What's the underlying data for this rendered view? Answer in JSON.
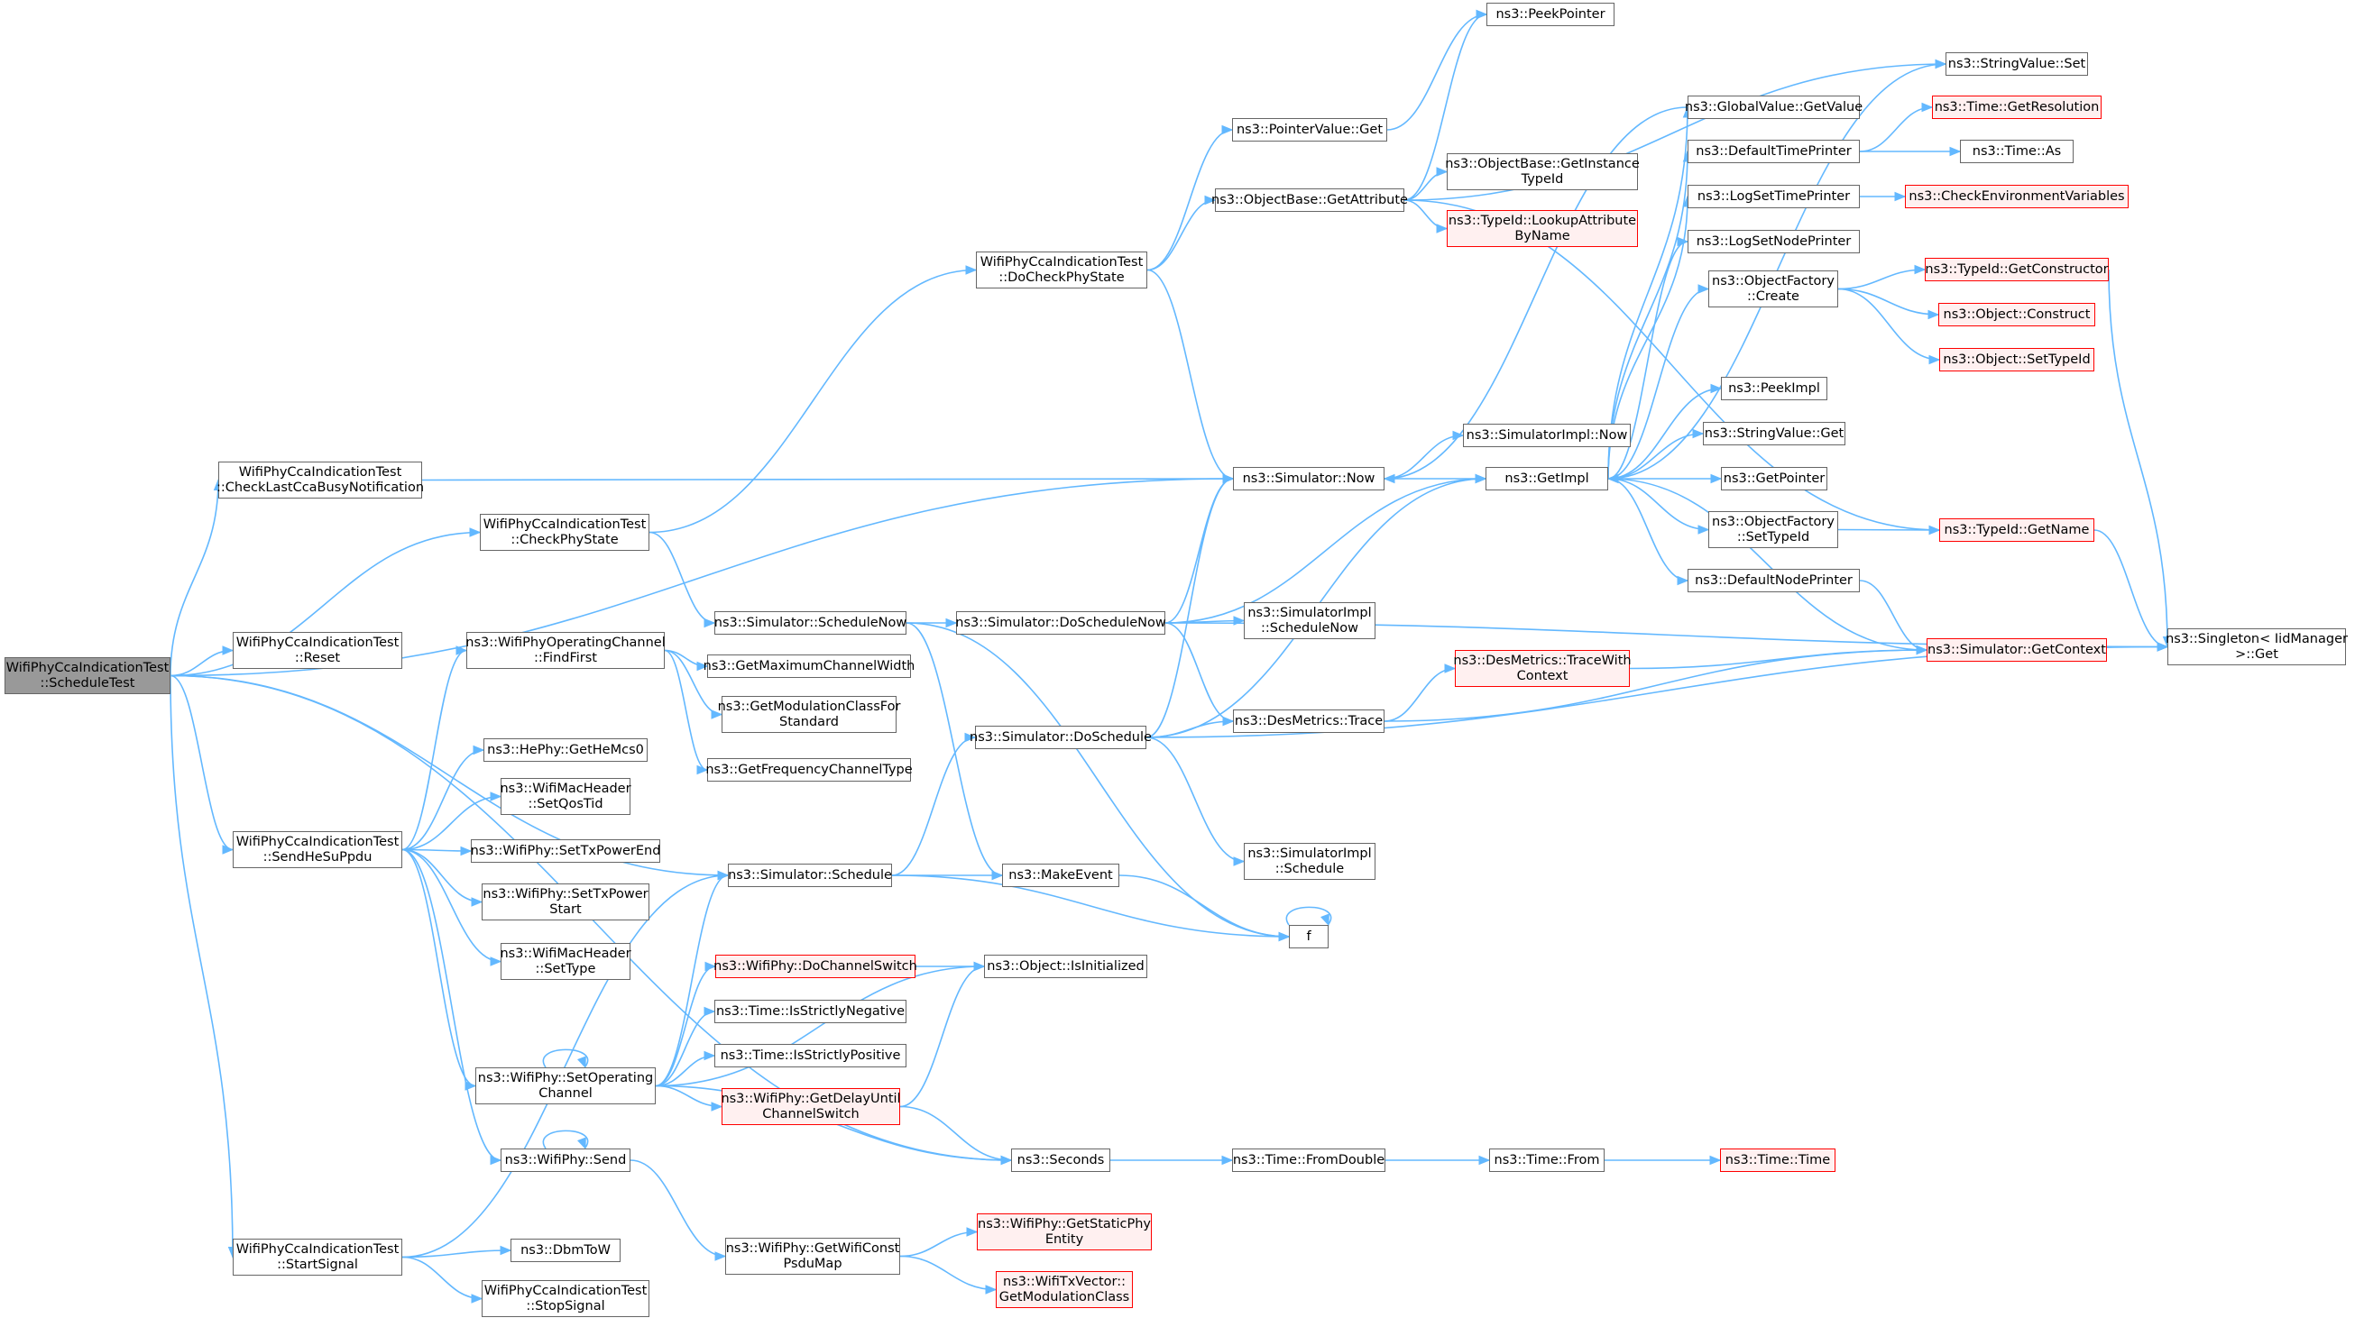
{
  "colors": {
    "edge": "#63b8ff",
    "node_border": "#666666",
    "highlight_border": "#ff0000",
    "highlight_fill": "#fff0f0",
    "current_fill": "#999999"
  },
  "nodes": {
    "n0": {
      "label": "WifiPhyCcaIndicationTest\n::ScheduleTest",
      "current": true
    },
    "n1": {
      "label": "WifiPhyCcaIndicationTest\n::CheckLastCcaBusyNotification"
    },
    "n2": {
      "label": "WifiPhyCcaIndicationTest\n::CheckPhyState"
    },
    "n3": {
      "label": "WifiPhyCcaIndicationTest\n::Reset"
    },
    "n4": {
      "label": "WifiPhyCcaIndicationTest\n::SendHeSuPpdu"
    },
    "n5": {
      "label": "WifiPhyCcaIndicationTest\n::StartSignal"
    },
    "n6": {
      "label": "WifiPhyCcaIndicationTest\n::DoCheckPhyState"
    },
    "n7": {
      "label": "ns3::PointerValue::Get"
    },
    "n8": {
      "label": "ns3::PeekPointer"
    },
    "n9": {
      "label": "ns3::ObjectBase::GetAttribute"
    },
    "n10": {
      "label": "ns3::ObjectBase::GetInstance\nTypeId"
    },
    "n11": {
      "label": "ns3::TypeId::LookupAttribute\nByName",
      "highlight": true
    },
    "n12": {
      "label": "ns3::StringValue::Set"
    },
    "n13": {
      "label": "ns3::GlobalValue::GetValue"
    },
    "n14": {
      "label": "ns3::DefaultTimePrinter"
    },
    "n15": {
      "label": "ns3::Time::GetResolution",
      "highlight": true
    },
    "n16": {
      "label": "ns3::Time::As"
    },
    "n17": {
      "label": "ns3::LogSetTimePrinter"
    },
    "n18": {
      "label": "ns3::CheckEnvironmentVariables",
      "highlight": true
    },
    "n19": {
      "label": "ns3::LogSetNodePrinter"
    },
    "n20": {
      "label": "ns3::ObjectFactory\n::Create"
    },
    "n21": {
      "label": "ns3::TypeId::GetConstructor",
      "highlight": true
    },
    "n22": {
      "label": "ns3::Object::Construct",
      "highlight": true
    },
    "n23": {
      "label": "ns3::Object::SetTypeId",
      "highlight": true
    },
    "n24": {
      "label": "ns3::PeekImpl"
    },
    "n25": {
      "label": "ns3::StringValue::Get"
    },
    "n26": {
      "label": "ns3::GetPointer"
    },
    "n27": {
      "label": "ns3::ObjectFactory\n::SetTypeId"
    },
    "n28": {
      "label": "ns3::TypeId::GetName",
      "highlight": true
    },
    "n29": {
      "label": "ns3::DefaultNodePrinter"
    },
    "n30": {
      "label": "ns3::Simulator::GetContext",
      "highlight": true
    },
    "n31": {
      "label": "ns3::Singleton< IidManager\n>::Get"
    },
    "n32": {
      "label": "ns3::Simulator::Now"
    },
    "n33": {
      "label": "ns3::SimulatorImpl::Now"
    },
    "n34": {
      "label": "ns3::GetImpl"
    },
    "n35": {
      "label": "ns3::Simulator::ScheduleNow"
    },
    "n36": {
      "label": "ns3::Simulator::DoScheduleNow"
    },
    "n37": {
      "label": "ns3::SimulatorImpl\n::ScheduleNow"
    },
    "n38": {
      "label": "ns3::DesMetrics::TraceWith\nContext",
      "highlight": true
    },
    "n39": {
      "label": "ns3::DesMetrics::Trace"
    },
    "n40": {
      "label": "ns3::Simulator::DoSchedule"
    },
    "n41": {
      "label": "ns3::SimulatorImpl\n::Schedule"
    },
    "n42": {
      "label": "ns3::WifiPhyOperatingChannel\n::FindFirst"
    },
    "n43": {
      "label": "ns3::GetMaximumChannelWidth"
    },
    "n44": {
      "label": "ns3::GetModulationClassFor\nStandard"
    },
    "n45": {
      "label": "ns3::GetFrequencyChannelType"
    },
    "n46": {
      "label": "ns3::HePhy::GetHeMcs0"
    },
    "n47": {
      "label": "ns3::WifiMacHeader\n::SetQosTid"
    },
    "n48": {
      "label": "ns3::WifiPhy::SetTxPowerEnd"
    },
    "n49": {
      "label": "ns3::WifiPhy::SetTxPower\nStart"
    },
    "n50": {
      "label": "ns3::WifiMacHeader\n::SetType"
    },
    "n51": {
      "label": "ns3::Simulator::Schedule"
    },
    "n52": {
      "label": "ns3::MakeEvent"
    },
    "n53": {
      "label": "f"
    },
    "n54": {
      "label": "ns3::WifiPhy::DoChannelSwitch",
      "highlight": true
    },
    "n55": {
      "label": "ns3::Object::IsInitialized"
    },
    "n56": {
      "label": "ns3::Time::IsStrictlyNegative"
    },
    "n57": {
      "label": "ns3::Time::IsStrictlyPositive"
    },
    "n58": {
      "label": "ns3::WifiPhy::SetOperating\nChannel"
    },
    "n59": {
      "label": "ns3::WifiPhy::GetDelayUntil\nChannelSwitch",
      "highlight": true
    },
    "n60": {
      "label": "ns3::WifiPhy::Send"
    },
    "n61": {
      "label": "ns3::Seconds"
    },
    "n62": {
      "label": "ns3::Time::FromDouble"
    },
    "n63": {
      "label": "ns3::Time::From"
    },
    "n64": {
      "label": "ns3::Time::Time",
      "highlight": true
    },
    "n65": {
      "label": "ns3::WifiPhy::GetWifiConst\nPsduMap"
    },
    "n66": {
      "label": "ns3::WifiPhy::GetStaticPhy\nEntity",
      "highlight": true
    },
    "n67": {
      "label": "ns3::WifiTxVector::\nGetModulationClass",
      "highlight": true
    },
    "n68": {
      "label": "ns3::DbmToW"
    },
    "n69": {
      "label": "WifiPhyCcaIndicationTest\n::StopSignal"
    }
  },
  "edges": [
    [
      "n0",
      "n1"
    ],
    [
      "n0",
      "n2"
    ],
    [
      "n0",
      "n3"
    ],
    [
      "n0",
      "n4"
    ],
    [
      "n0",
      "n5"
    ],
    [
      "n0",
      "n32"
    ],
    [
      "n0",
      "n51"
    ],
    [
      "n0",
      "n61"
    ],
    [
      "n1",
      "n32"
    ],
    [
      "n2",
      "n6"
    ],
    [
      "n2",
      "n35"
    ],
    [
      "n6",
      "n7"
    ],
    [
      "n6",
      "n9"
    ],
    [
      "n6",
      "n32"
    ],
    [
      "n7",
      "n8"
    ],
    [
      "n9",
      "n8"
    ],
    [
      "n9",
      "n10"
    ],
    [
      "n9",
      "n11"
    ],
    [
      "n9",
      "n12"
    ],
    [
      "n9",
      "n28"
    ],
    [
      "n32",
      "n33"
    ],
    [
      "n32",
      "n34"
    ],
    [
      "n34",
      "n13"
    ],
    [
      "n34",
      "n14"
    ],
    [
      "n34",
      "n17"
    ],
    [
      "n34",
      "n19"
    ],
    [
      "n34",
      "n20"
    ],
    [
      "n34",
      "n24"
    ],
    [
      "n34",
      "n25"
    ],
    [
      "n34",
      "n26"
    ],
    [
      "n34",
      "n27"
    ],
    [
      "n34",
      "n29"
    ],
    [
      "n34",
      "n12"
    ],
    [
      "n13",
      "n32"
    ],
    [
      "n14",
      "n15"
    ],
    [
      "n14",
      "n16"
    ],
    [
      "n17",
      "n18"
    ],
    [
      "n20",
      "n21"
    ],
    [
      "n20",
      "n22"
    ],
    [
      "n20",
      "n23"
    ],
    [
      "n21",
      "n31"
    ],
    [
      "n27",
      "n28"
    ],
    [
      "n28",
      "n31"
    ],
    [
      "n29",
      "n30"
    ],
    [
      "n30",
      "n34"
    ],
    [
      "n35",
      "n36"
    ],
    [
      "n35",
      "n52"
    ],
    [
      "n35",
      "n53"
    ],
    [
      "n36",
      "n32"
    ],
    [
      "n36",
      "n34"
    ],
    [
      "n36",
      "n37"
    ],
    [
      "n36",
      "n39"
    ],
    [
      "n36",
      "n31"
    ],
    [
      "n39",
      "n38"
    ],
    [
      "n39",
      "n30"
    ],
    [
      "n38",
      "n30"
    ],
    [
      "n40",
      "n32"
    ],
    [
      "n40",
      "n34"
    ],
    [
      "n40",
      "n39"
    ],
    [
      "n40",
      "n41"
    ],
    [
      "n40",
      "n31"
    ],
    [
      "n4",
      "n42"
    ],
    [
      "n4",
      "n46"
    ],
    [
      "n4",
      "n47"
    ],
    [
      "n4",
      "n48"
    ],
    [
      "n4",
      "n49"
    ],
    [
      "n4",
      "n50"
    ],
    [
      "n4",
      "n58"
    ],
    [
      "n4",
      "n60"
    ],
    [
      "n42",
      "n43"
    ],
    [
      "n42",
      "n44"
    ],
    [
      "n42",
      "n45"
    ],
    [
      "n51",
      "n40"
    ],
    [
      "n51",
      "n52"
    ],
    [
      "n51",
      "n53"
    ],
    [
      "n52",
      "n53"
    ],
    [
      "n53",
      "n53"
    ],
    [
      "n58",
      "n58"
    ],
    [
      "n58",
      "n51"
    ],
    [
      "n58",
      "n54"
    ],
    [
      "n58",
      "n55"
    ],
    [
      "n58",
      "n56"
    ],
    [
      "n58",
      "n57"
    ],
    [
      "n58",
      "n59"
    ],
    [
      "n58",
      "n61"
    ],
    [
      "n54",
      "n55"
    ],
    [
      "n59",
      "n55"
    ],
    [
      "n59",
      "n61"
    ],
    [
      "n60",
      "n60"
    ],
    [
      "n60",
      "n65"
    ],
    [
      "n65",
      "n66"
    ],
    [
      "n65",
      "n67"
    ],
    [
      "n61",
      "n62"
    ],
    [
      "n62",
      "n63"
    ],
    [
      "n63",
      "n64"
    ],
    [
      "n5",
      "n51"
    ],
    [
      "n5",
      "n68"
    ],
    [
      "n5",
      "n69"
    ]
  ]
}
